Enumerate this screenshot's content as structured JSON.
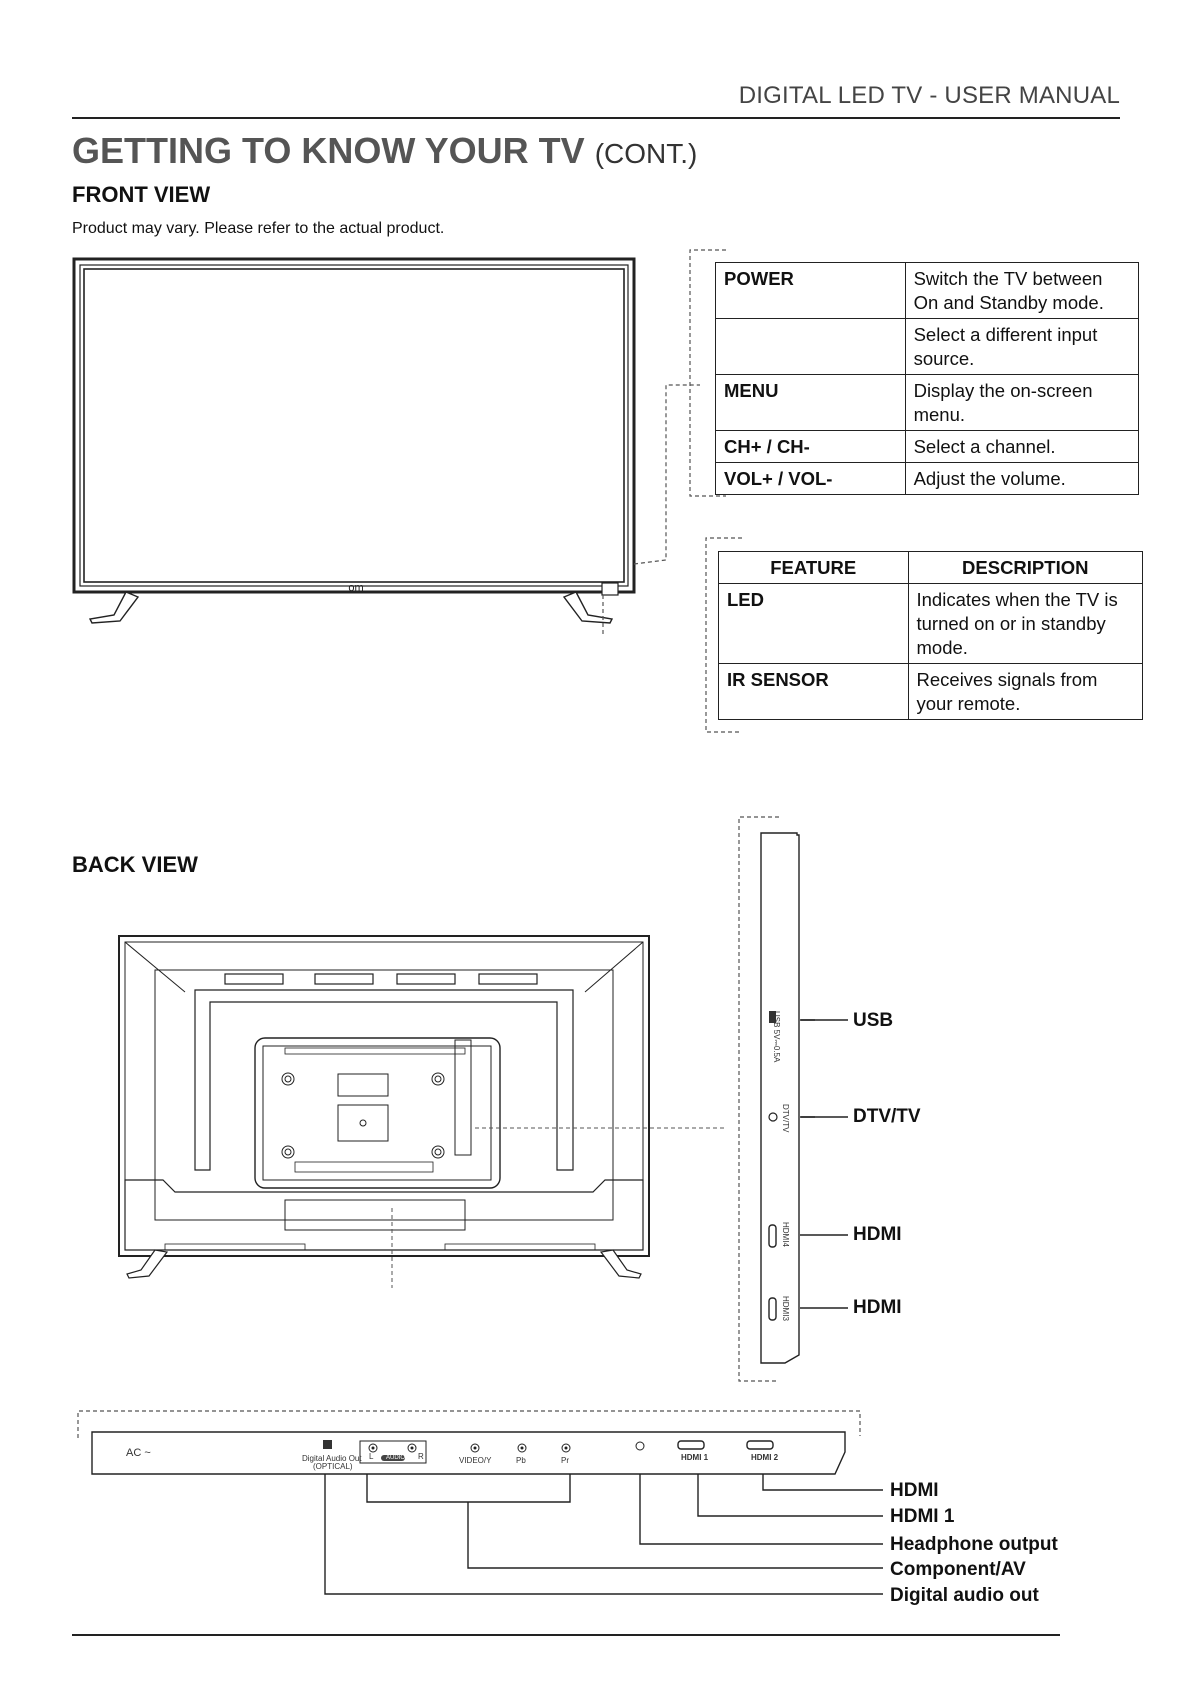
{
  "header": {
    "manual_title": "DIGITAL LED TV - USER MANUAL"
  },
  "page": {
    "title": "GETTING TO KNOW YOUR TV",
    "title_suffix": "(CONT.)",
    "front_view_heading": "FRONT VIEW",
    "note": "Product may vary. Please refer to the actual product.",
    "back_view_heading": "BACK VIEW"
  },
  "front_buttons_table": [
    {
      "key": "POWER",
      "desc": [
        "Switch the TV between",
        "On and Standby mode."
      ]
    },
    {
      "key": "",
      "desc": [
        "Select a different input",
        "source."
      ]
    },
    {
      "key": "MENU",
      "desc": [
        "Display the on-screen",
        "menu."
      ]
    },
    {
      "key": "CH+ / CH-",
      "desc": [
        "Select a channel."
      ]
    },
    {
      "key": "VOL+ / VOL-",
      "desc": [
        "Adjust the volume."
      ]
    }
  ],
  "feature_table": {
    "headers": [
      "FEATURE",
      "DESCRIPTION"
    ],
    "rows": [
      {
        "key": "LED",
        "desc": [
          "Indicates when the TV is",
          "turned on or in standby",
          "mode."
        ]
      },
      {
        "key": "IR SENSOR",
        "desc": [
          "Receives signals from",
          "your remote."
        ]
      }
    ]
  },
  "tv_logo": "om",
  "side_panel": {
    "callouts": [
      "USB",
      "DTV/TV",
      "HDMI",
      "HDMI"
    ],
    "port_labels": [
      "USB 5V⎓0.5A",
      "DTV/TV",
      "HDMI4",
      "HDMI3"
    ]
  },
  "bottom_panel": {
    "port_labels": {
      "ac": "AC ~",
      "optical": "Digital Audio Out",
      "optical_sub": "(OPTICAL)",
      "audio_l": "L",
      "audio_r": "R",
      "audio_mid": "AUDIO IN",
      "video": "VIDEO/Y",
      "pb": "Pb",
      "pr": "Pr",
      "hdmi1": "HDMI 1",
      "hdmi2": "HDMI 2"
    },
    "callouts": [
      "HDMI",
      "HDMI 1",
      "Headphone output",
      "Component/AV",
      "Digital audio out"
    ]
  }
}
